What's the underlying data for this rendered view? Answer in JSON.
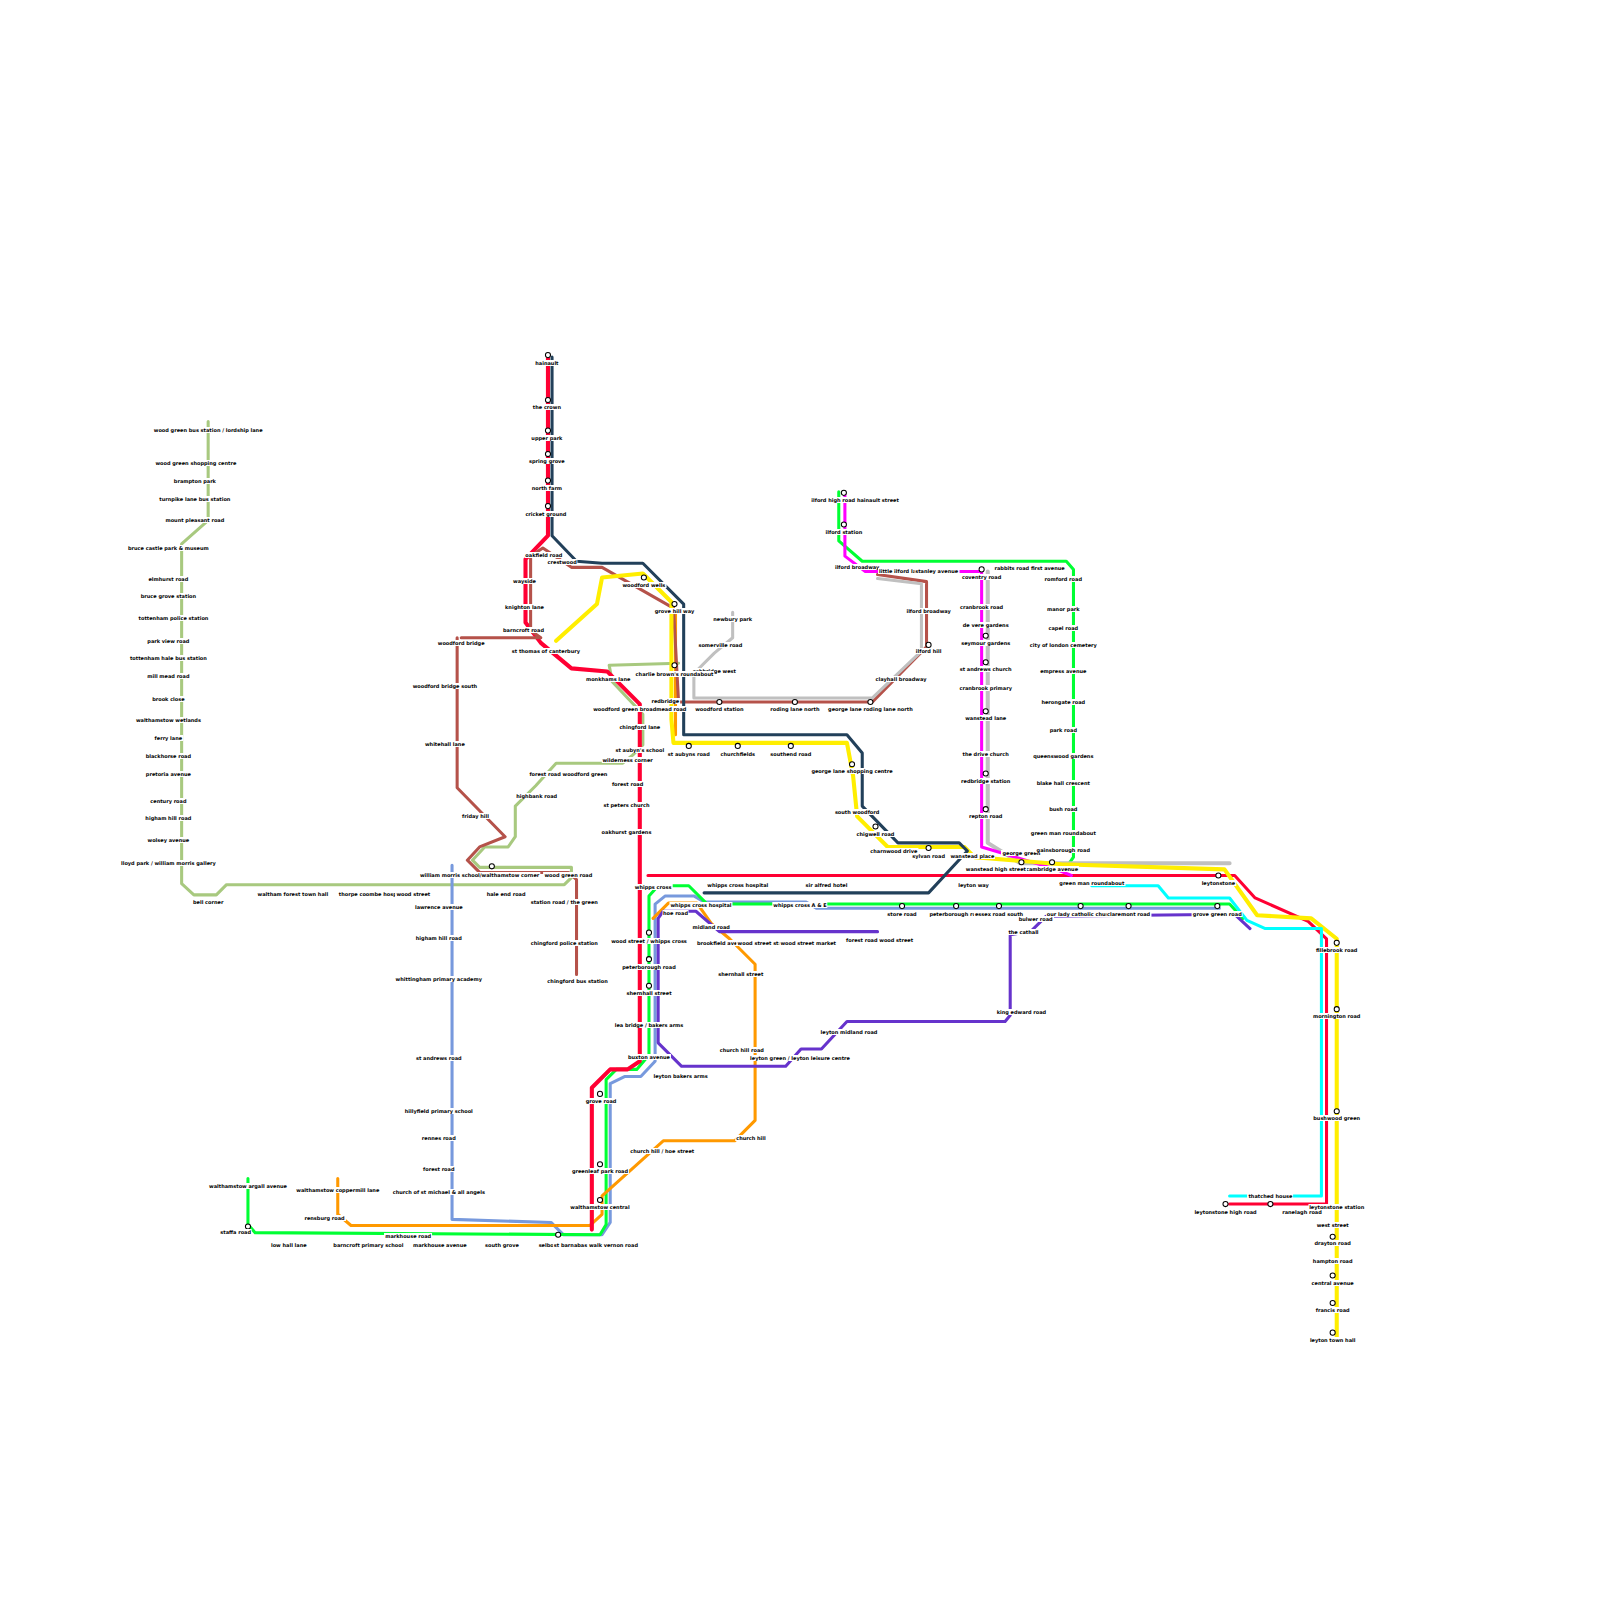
{
  "diagram": {
    "labels": [
      "hainault",
      "the crown",
      "upper park",
      "spring grove",
      "north farm",
      "cricket ground",
      "oakfield road",
      "crestwood",
      "wayside",
      "knighton lane",
      "barncroft road",
      "woodford wells",
      "grove hill way",
      "newbury park",
      "somerville road",
      "ashbridge west",
      "st thomas of canterbury",
      "woodford bridge",
      "monkhams lane",
      "charlie brown's roundabout",
      "woodford station",
      "roding lane north",
      "george lane roding lane north",
      "redbridge",
      "woodford green broadmead road",
      "woodford bridge south",
      "chingford lane",
      "whitehall lane",
      "st aubyn's school",
      "st aubyns road",
      "churchfields",
      "southend road",
      "wilderness corner",
      "george lane shopping centre",
      "forest road woodford green",
      "forest road",
      "st peters church",
      "highbank road",
      "oakhurst gardens",
      "friday hill",
      "south woodford",
      "chigwell road",
      "charnwood drive",
      "sylvan road",
      "wanstead place",
      "george green",
      "cambridge avenue",
      "wanstead high street",
      "william morris school/walthamstow corner",
      "wood green road",
      "hale end road",
      "station road / the green",
      "chingford police station",
      "chingford bus station",
      "whipps cross hospital",
      "sir alfred hotel",
      "leyton way",
      "green man roundabout",
      "leytonstone",
      "whipps cross",
      "whipps cross hospital",
      "whipps cross A & E",
      "store road",
      "peterborough road",
      "essex road south",
      "our lady catholic church",
      "claremont road",
      "grove green road",
      "bulwer road",
      "the cathall",
      "hoe road",
      "midland road",
      "brookfield avenue",
      "wood street station",
      "wood street market",
      "forest road wood street",
      "wood street / whipps cross",
      "peterborough road",
      "shernhall street",
      "lea bridge / bakers arms",
      "shernhall street",
      "church hill road",
      "leyton green / leyton leisure centre",
      "leyton bakers arms",
      "buxton avenue",
      "leyton midland road",
      "king edward road",
      "grove road",
      "greenleaf park road",
      "walthamstow central",
      "church hill",
      "church hill / hoe street",
      "selborne road",
      "st barnabas walk vernon road",
      "walthamstow argall avenue",
      "walthamstow coppermill lane",
      "rensburg road",
      "staffa road",
      "low hall lane",
      "barncroft primary school",
      "markhouse avenue",
      "south grove",
      "markhouse road",
      "lawrence avenue",
      "higham hill road",
      "whittingham primary academy",
      "st andrews road",
      "hillyfield primary school",
      "rennes road",
      "forest road",
      "church of st michael & all angels",
      "wood green bus station / lordship lane",
      "wood green shopping centre",
      "brampton park",
      "turnpike lane bus station",
      "mount pleasant road",
      "bruce castle park & museum",
      "elmhurst road",
      "bruce grove station",
      "tottenham police station",
      "park view road",
      "tottenham hale bus station",
      "mill mead road",
      "brook close",
      "walthamstow wetlands",
      "ferry lane",
      "blackhorse road",
      "pretoria avenue",
      "century road",
      "higham hill road",
      "wolsey avenue",
      "lloyd park / william morris gallery",
      "bell corner",
      "waltham forest town hall",
      "thorpe coombe hospital",
      "wood street",
      "ilford high road hainault street",
      "ilford station",
      "ilford broadway",
      "little ilford lane",
      "stanley avenue",
      "coventry road",
      "rabbits road first avenue",
      "romford road",
      "ilford broadway",
      "ilford hill",
      "cranbrook road",
      "de vere gardens",
      "seymour gardens",
      "st andrews church",
      "cranbrook primary",
      "wanstead lane",
      "the drive church",
      "redbridge station",
      "repton road",
      "clayhall broadway",
      "manor park",
      "capel road",
      "city of london cemetery",
      "empress avenue",
      "herongate road",
      "park road",
      "queenswood gardens",
      "blake hall crescent",
      "bush road",
      "green man roundabout",
      "gainsborough road",
      "fillebrook road",
      "mornington road",
      "bushwood green",
      "thatched house",
      "leytonstone high road",
      "ranelagh road",
      "leytonstone station",
      "west street",
      "drayton road",
      "hampton road",
      "central avenue",
      "francis road",
      "leyton town hall"
    ]
  }
}
